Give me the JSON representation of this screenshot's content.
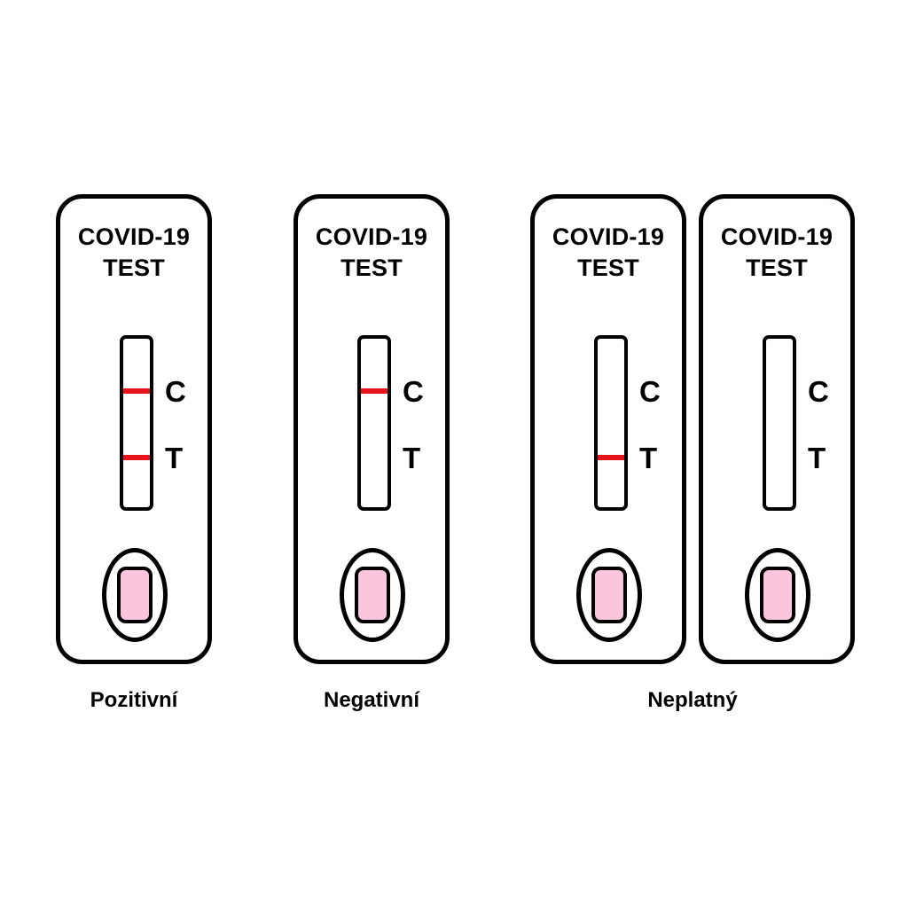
{
  "cassette_title_line1": "COVID-19",
  "cassette_title_line2": "TEST",
  "control_letter": "C",
  "test_letter": "T",
  "colors": {
    "band": "#e8141b",
    "sample_well": "#fbc6dd"
  },
  "cassettes": [
    {
      "id": "pozitivni",
      "control_band": true,
      "test_band": true
    },
    {
      "id": "negativni",
      "control_band": true,
      "test_band": false
    },
    {
      "id": "neplatny-1",
      "control_band": false,
      "test_band": true
    },
    {
      "id": "neplatny-2",
      "control_band": false,
      "test_band": false
    }
  ],
  "labels": {
    "positive": "Pozitivní",
    "negative": "Negativní",
    "invalid": "Neplatný"
  }
}
